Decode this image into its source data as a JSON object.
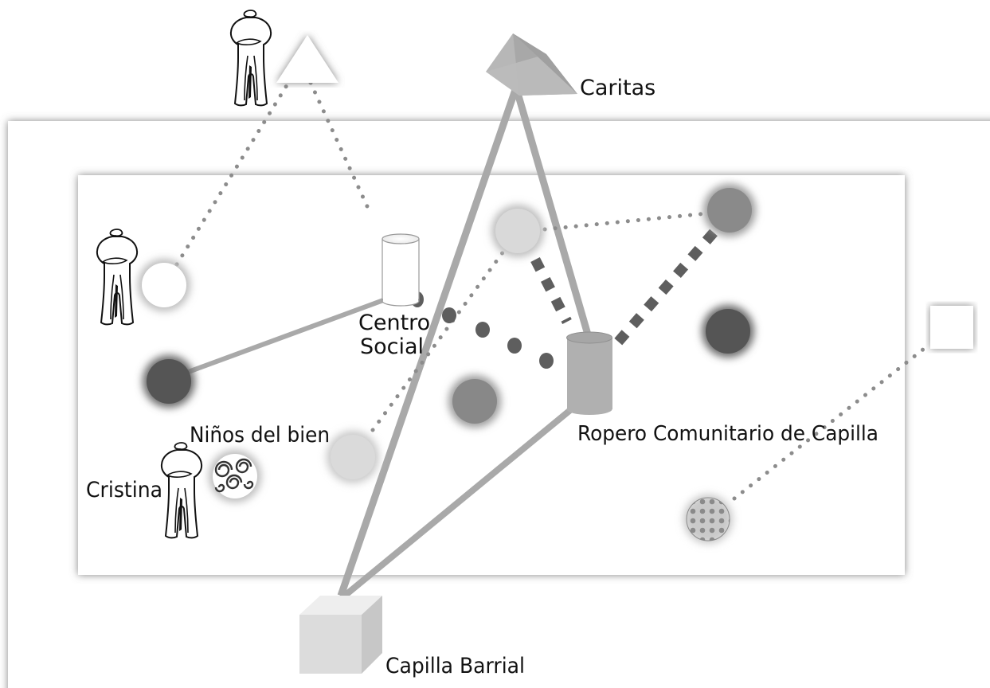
{
  "labels": {
    "caritas": "Caritas",
    "centro_social_line1": "Centro",
    "centro_social_line2": "Social",
    "ropero": "Ropero Comunitario de Capilla",
    "ninos": "Niños del bien",
    "cristina": "Cristina",
    "capilla": "Capilla Barrial"
  },
  "icons": {
    "person": "person-figure-icon",
    "triangle": "white-triangle-icon",
    "pyramid": "grey-pyramid-icon",
    "cylinder": "cylinder-icon",
    "cube": "cube-icon",
    "square": "white-square-icon",
    "spiral": "spiral-texture-circle-icon",
    "dotted": "dotted-texture-circle-icon"
  },
  "colors": {
    "outer_frame_fill": "#ffffff",
    "inner_frame_fill": "#ffffff",
    "frame_shadow": "#8a8a8a",
    "solid_link": "#a9a9a9",
    "dotted_link": "#8c8c8c",
    "dashed_link": "#5e5e5e",
    "white_node": "#ffffff",
    "light_node": "#d9d9d9",
    "mid_node": "#8a8a8a",
    "dark_node": "#555555",
    "pyramid": "#b7b7b7",
    "cube": "#dcdcdc",
    "cylinder_grey": "#b0b0b0"
  }
}
